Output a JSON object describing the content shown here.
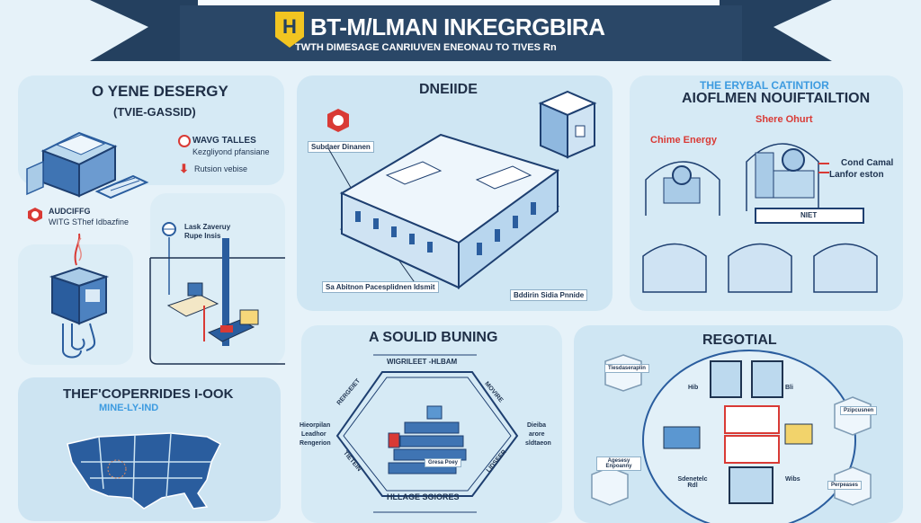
{
  "header": {
    "logo_letter": "H",
    "title": "BT-M/LMAN INKEGRGBIRA",
    "subtitle": "TWTH DIMESAGE CANRIUVEN ENEONAU TO TIVES Rn"
  },
  "panels": {
    "energy": {
      "title": "O YENE DESERGY",
      "subtitle": "(TVIE-GASSID)",
      "item1_title": "WAVG TALLES",
      "item1_text": "Kezgliyond pfansiane",
      "item2_text": "Rutsion vebise",
      "badge_title": "AUDCIFFG",
      "badge_text": "WITG SThef Idbazfine"
    },
    "desk": {
      "label1": "Lask Zaveruy",
      "label2": "Rupe Insis"
    },
    "map": {
      "title": "THEF'COPERRIDES I-OOK",
      "subtitle": "MINE-LY-IND"
    },
    "building": {
      "title": "DNEIIDE",
      "tag_top": "Subdaer Dinanen",
      "tag_bottom_left": "Sa Abitnon Pacesplidnen Idsmit",
      "tag_bottom_right": "Bddirin Sidia Pnnide"
    },
    "station": {
      "kicker": "THE ERYBAL CATINTIOR",
      "title": "AIOFLMEN NOUIFTAILTION",
      "label_center": "Shere Ohurt",
      "label_left": "Chime Energy",
      "label_right1": "Cond Camal",
      "label_right2": "Lanfor eston",
      "bar_label": "NIET"
    },
    "building2": {
      "title": "A SOULID BUNING",
      "top": "WIGRILEET -HLBAM",
      "bottom": "HLLAGE SGIORES",
      "left": [
        "Hieorpilan",
        "Leadhor",
        "Rengerion"
      ],
      "right": [
        "Dieiba",
        "arore",
        "sldtaeon"
      ],
      "upper_left": "RERGEIET",
      "upper_right": "MOVIRE",
      "lower_left": "TIETEIN",
      "lower_right": "LIDSEER",
      "center_tag": "Gresa Poey"
    },
    "regional": {
      "title": "REGOTIAL",
      "badges": [
        "Tiesdaseraplin",
        "Pzipcusnen",
        "Agesesy Enpoanny",
        "Perpeases"
      ],
      "inner": [
        "Hib",
        "Bli",
        "Sdenetelc Rdl",
        "Wibs"
      ]
    }
  },
  "colors": {
    "navy": "#24405f",
    "accent_red": "#d93a35",
    "blue": "#2a5d9e",
    "logo_yellow": "#f2c521"
  }
}
